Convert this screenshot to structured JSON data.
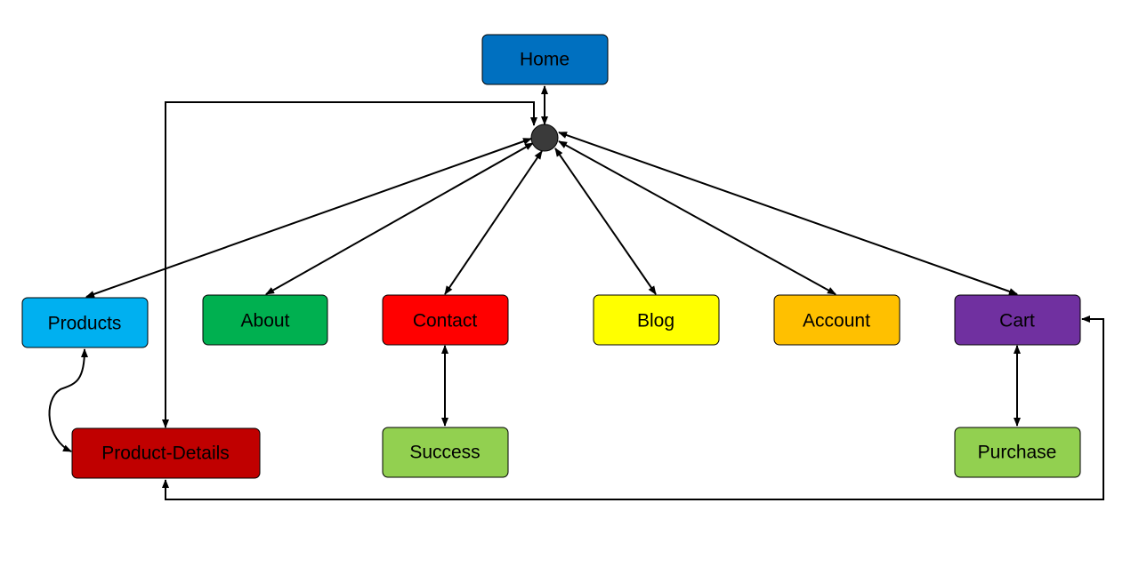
{
  "diagram": {
    "nodes": {
      "home": {
        "label": "Home",
        "color": "#0070C0"
      },
      "products": {
        "label": "Products",
        "color": "#00B0F0"
      },
      "about": {
        "label": "About",
        "color": "#00B050"
      },
      "contact": {
        "label": "Contact",
        "color": "#FF0000"
      },
      "blog": {
        "label": "Blog",
        "color": "#FFFF00"
      },
      "account": {
        "label": "Account",
        "color": "#FFC000"
      },
      "cart": {
        "label": "Cart",
        "color": "#7030A0"
      },
      "product_details": {
        "label": "Product-Details",
        "color": "#C00000"
      },
      "success": {
        "label": "Success",
        "color": "#92D050"
      },
      "purchase": {
        "label": "Purchase",
        "color": "#92D050"
      }
    },
    "hub": {
      "color": "#3a3a3a"
    },
    "edges": [
      {
        "from": "home",
        "to": "hub",
        "bidirectional": true
      },
      {
        "from": "hub",
        "to": "products",
        "bidirectional": true
      },
      {
        "from": "hub",
        "to": "about",
        "bidirectional": true
      },
      {
        "from": "hub",
        "to": "contact",
        "bidirectional": true
      },
      {
        "from": "hub",
        "to": "blog",
        "bidirectional": true
      },
      {
        "from": "hub",
        "to": "account",
        "bidirectional": true
      },
      {
        "from": "hub",
        "to": "cart",
        "bidirectional": true
      },
      {
        "from": "product_details",
        "to": "hub",
        "bidirectional": true
      },
      {
        "from": "products",
        "to": "product_details",
        "bidirectional": true
      },
      {
        "from": "contact",
        "to": "success",
        "bidirectional": true
      },
      {
        "from": "cart",
        "to": "purchase",
        "bidirectional": true
      },
      {
        "from": "cart",
        "to": "product_details",
        "bidirectional": true
      }
    ]
  }
}
